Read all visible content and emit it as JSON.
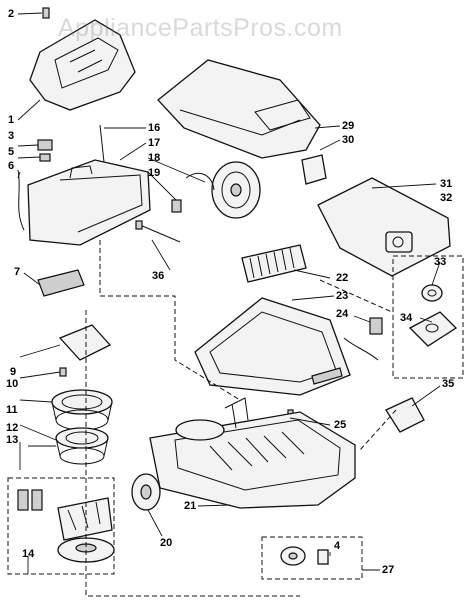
{
  "watermark": "AppliancePartsPros.com",
  "labels": {
    "p1": "1",
    "p2": "2",
    "p3": "3",
    "p4": "4",
    "p5": "5",
    "p6": "6",
    "p7": "7",
    "p9": "9",
    "p10": "10",
    "p11": "11",
    "p12": "12",
    "p13": "13",
    "p14": "14",
    "p16": "16",
    "p17": "17",
    "p18": "18",
    "p19": "19",
    "p20": "20",
    "p21": "21",
    "p22": "22",
    "p23": "23",
    "p24": "24",
    "p25": "25",
    "p27": "27",
    "p29": "29",
    "p30": "30",
    "p31": "31",
    "p32": "32",
    "p33": "33",
    "p34": "34",
    "p35": "35",
    "p36": "36"
  }
}
